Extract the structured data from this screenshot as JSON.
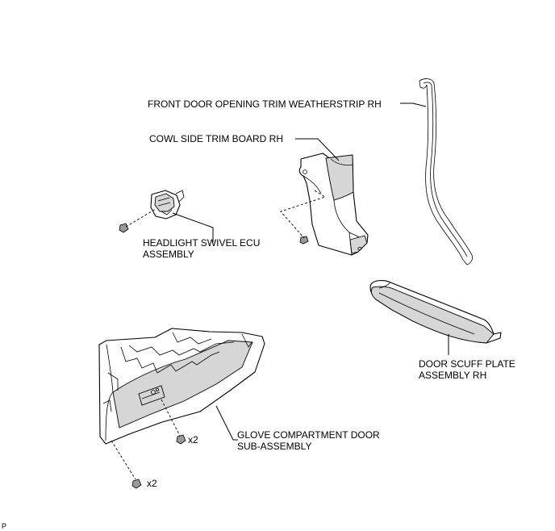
{
  "labels": {
    "weatherstrip": "FRONT DOOR OPENING TRIM WEATHERSTRIP RH",
    "cowl_trim": "COWL SIDE TRIM BOARD RH",
    "headlight_ecu_line1": "HEADLIGHT SWIVEL ECU",
    "headlight_ecu_line2": "ASSEMBLY",
    "scuff_plate_line1": "DOOR SCUFF PLATE",
    "scuff_plate_line2": "ASSEMBLY RH",
    "glove_line1": "GLOVE COMPARTMENT DOOR",
    "glove_line2": "SUB-ASSEMBLY",
    "qty_upper": "x2",
    "qty_lower": "x2",
    "corner_mark": "P"
  }
}
